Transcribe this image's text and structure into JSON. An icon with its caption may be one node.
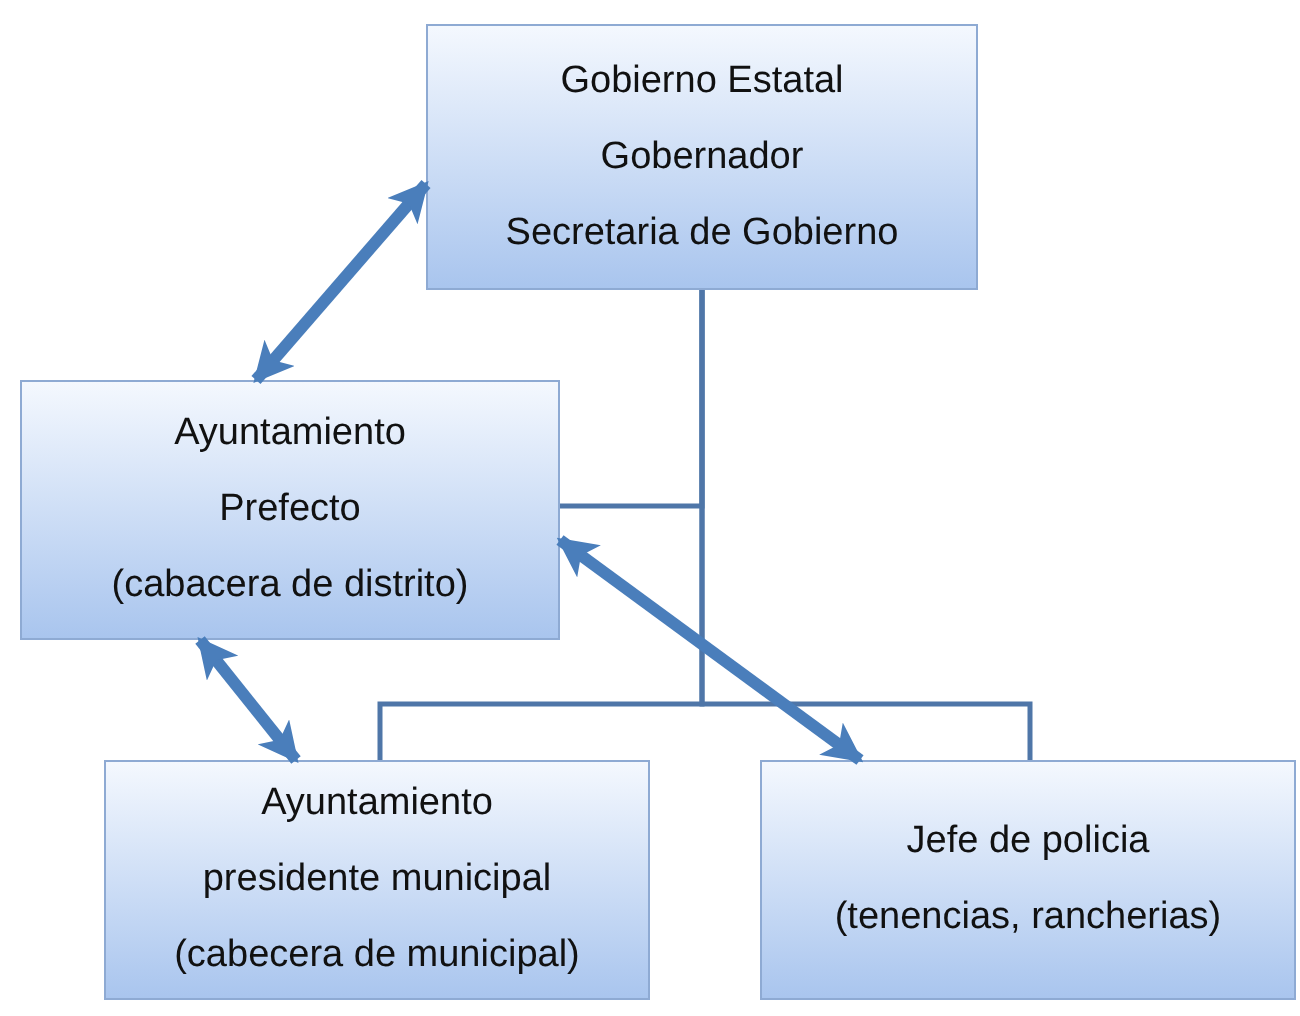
{
  "diagram": {
    "nodes": [
      {
        "text": [
          "Gobierno Estatal",
          "Gobernador",
          "Secretaria de Gobierno"
        ]
      },
      {
        "text": [
          "Ayuntamiento",
          "Prefecto",
          "(cabacera de distrito)"
        ]
      },
      {
        "text": [
          "Ayuntamiento",
          "presidente municipal",
          "(cabecera de municipal)"
        ]
      },
      {
        "text": [
          "Jefe de policia",
          "(tenencias, rancherias)"
        ]
      }
    ],
    "edges": [
      {
        "from": 0,
        "to": 1,
        "arrow": "none"
      },
      {
        "from": 0,
        "to": 2,
        "arrow": "none"
      },
      {
        "from": 0,
        "to": 3,
        "arrow": "none"
      },
      {
        "from": 0,
        "to": 1,
        "arrow": "both",
        "style": "thick"
      },
      {
        "from": 1,
        "to": 2,
        "arrow": "both",
        "style": "thick"
      },
      {
        "from": 1,
        "to": 3,
        "arrow": "both",
        "style": "thick"
      }
    ]
  }
}
